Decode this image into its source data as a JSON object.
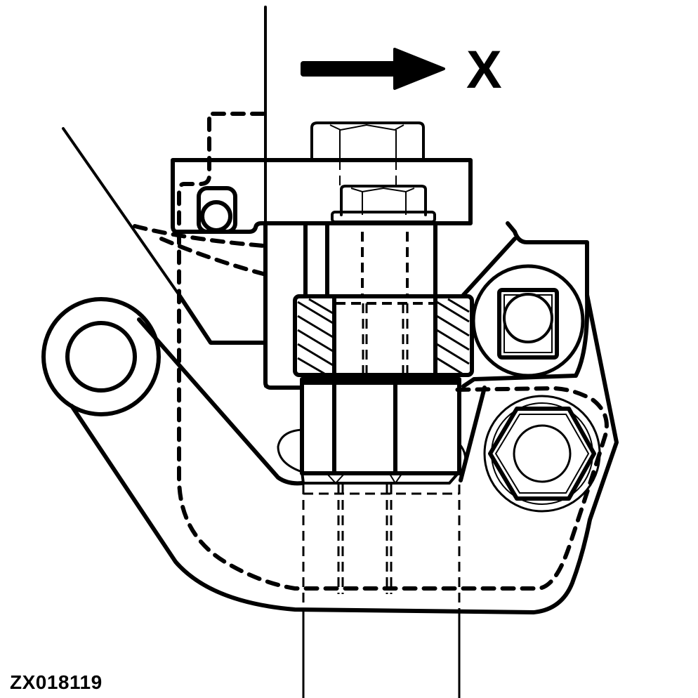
{
  "diagram": {
    "type": "mechanical-assembly-section-drawing",
    "direction_label": "X",
    "direction_arrow": "right",
    "figure_id": "ZX018119",
    "colors": {
      "line": "#000000",
      "background": "#ffffff"
    },
    "components": [
      "vertical-reference-line",
      "direction-arrow",
      "upper-hex-bolt-head",
      "upper-mounting-plate",
      "small-hex-nut",
      "washer",
      "hatched-spacer-section",
      "lower-hex-nut",
      "left-pivot-eye",
      "right-square-nut",
      "right-hex-nut",
      "hidden-bracket-outline",
      "bolt-shank-projection"
    ]
  }
}
